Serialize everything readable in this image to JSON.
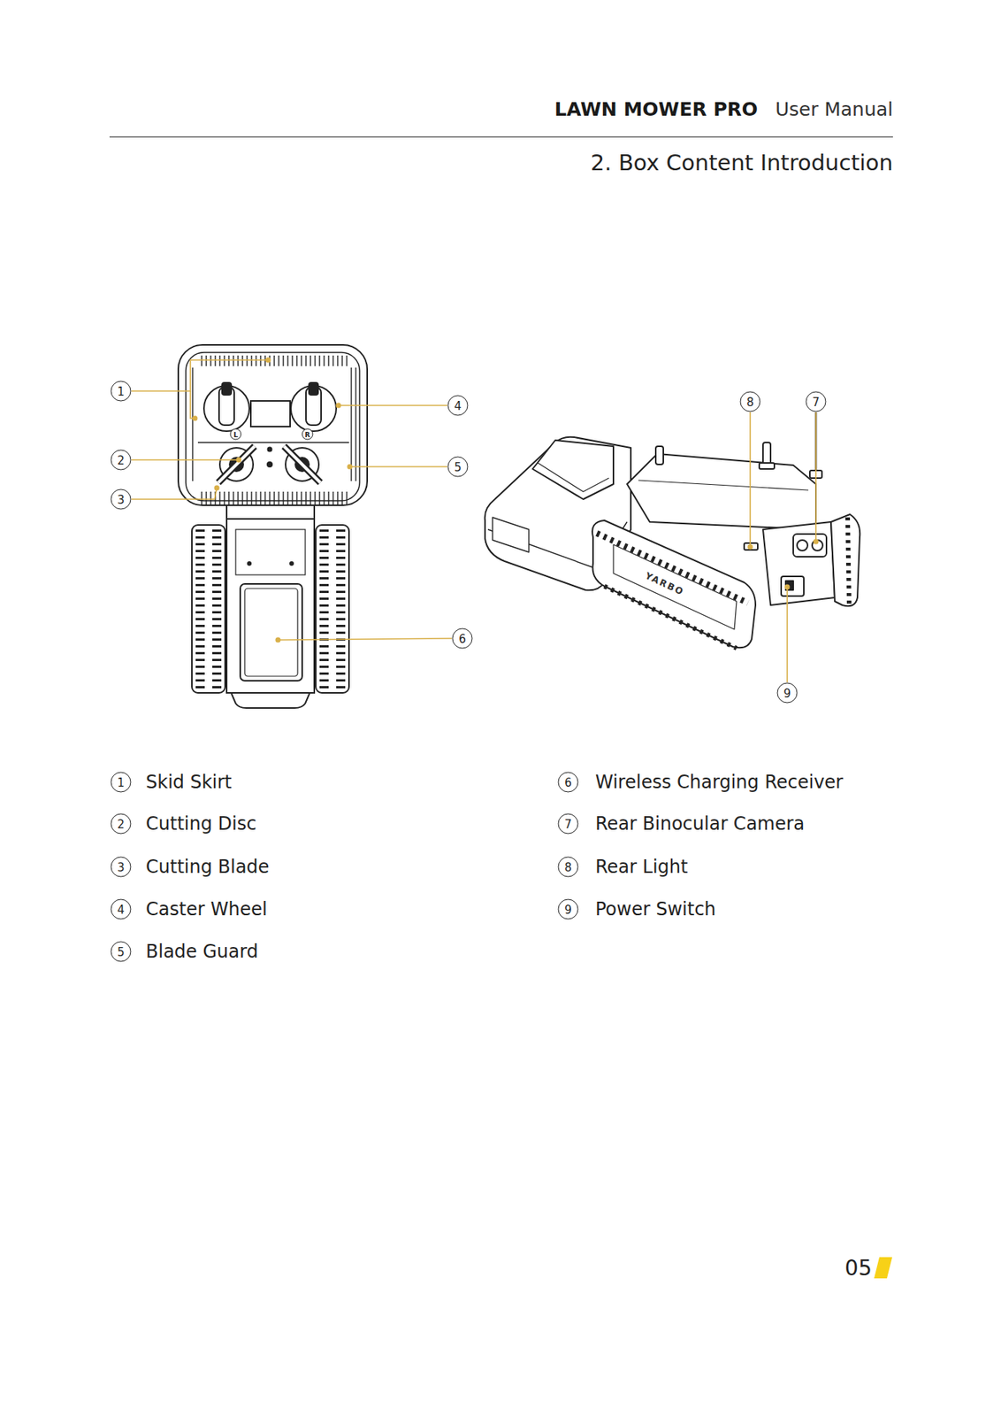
{
  "diagram": {
    "title": "2. Box Content Introduction",
    "labels": [
      "LAWN MOWER PRO",
      "User Manual",
      "1",
      "2",
      "3",
      "4",
      "5",
      "6",
      "8",
      "7",
      "9",
      "L",
      "R",
      "YARBO",
      "1",
      "Skid Skirt",
      "2",
      "Cutting Disc",
      "3",
      "Cutting Blade",
      "4",
      "Caster Wheel",
      "5",
      "Blade Guard",
      "6",
      "Wireless Charging Receiver",
      "7",
      "Rear Binocular Camera",
      "8",
      "Rear Light",
      "9",
      "Power Switch",
      "05"
    ]
  }
}
